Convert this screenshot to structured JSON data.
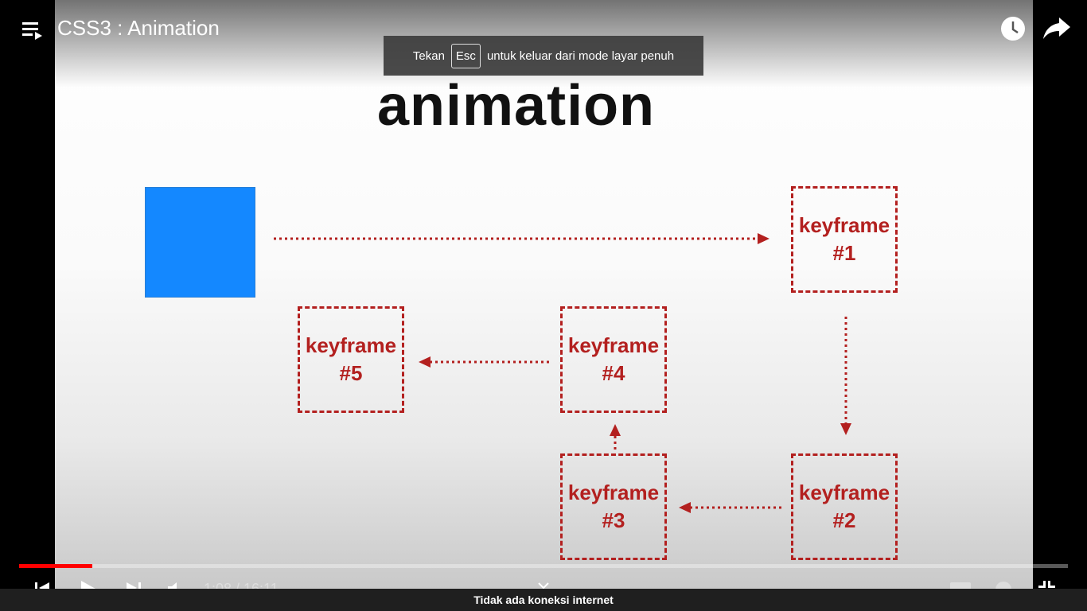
{
  "header": {
    "title": "CSS3 : Animation",
    "icons": [
      "playlist-icon",
      "watch-later-icon",
      "share-icon"
    ]
  },
  "toast": {
    "before": "Tekan",
    "key": "Esc",
    "after": "untuk keluar dari mode layar penuh"
  },
  "slide": {
    "title": "animation",
    "keyframes": [
      {
        "label": "keyframe",
        "number": "#1"
      },
      {
        "label": "keyframe",
        "number": "#2"
      },
      {
        "label": "keyframe",
        "number": "#3"
      },
      {
        "label": "keyframe",
        "number": "#4"
      },
      {
        "label": "keyframe",
        "number": "#5"
      }
    ],
    "colors": {
      "square": "#1488ff",
      "keyframe": "#b3201f"
    }
  },
  "player": {
    "time": "1:08 / 16:11",
    "progress_percent": 7,
    "accent": "#ff0000"
  },
  "status": {
    "offline_message": "Tidak ada koneksi internet"
  }
}
